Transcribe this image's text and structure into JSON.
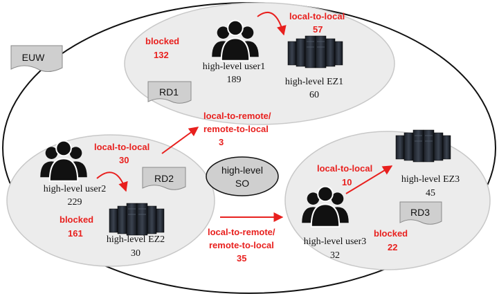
{
  "outer": {
    "label": "EUW"
  },
  "center": {
    "line1": "high-level",
    "line2": "SO"
  },
  "rd1": {
    "flag": "RD1",
    "blocked_label": "blocked",
    "blocked_value": "132",
    "user_label": "high-level user1",
    "user_value": "189",
    "ez_label": "high-level EZ1",
    "ez_value": "60",
    "local_label": "local-to-local",
    "local_value": "57"
  },
  "rd2": {
    "flag": "RD2",
    "local_label": "local-to-local",
    "local_value": "30",
    "user_label": "high-level user2",
    "user_value": "229",
    "blocked_label": "blocked",
    "blocked_value": "161",
    "ez_label": "high-level EZ2",
    "ez_value": "30"
  },
  "rd3": {
    "flag": "RD3",
    "local_label": "local-to-local",
    "local_value": "10",
    "ez_label": "high-level EZ3",
    "ez_value": "45",
    "user_label": "high-level user3",
    "user_value": "32",
    "blocked_label": "blocked",
    "blocked_value": "22"
  },
  "link_rd2_rd1": {
    "line1": "local-to-remote/",
    "line2": "remote-to-local",
    "value": "3"
  },
  "link_rd2_rd3": {
    "line1": "local-to-remote/",
    "line2": "remote-to-local",
    "value": "35"
  },
  "colors": {
    "accent": "#e8201e",
    "region": "#ececec",
    "center": "#cfcfcf"
  }
}
